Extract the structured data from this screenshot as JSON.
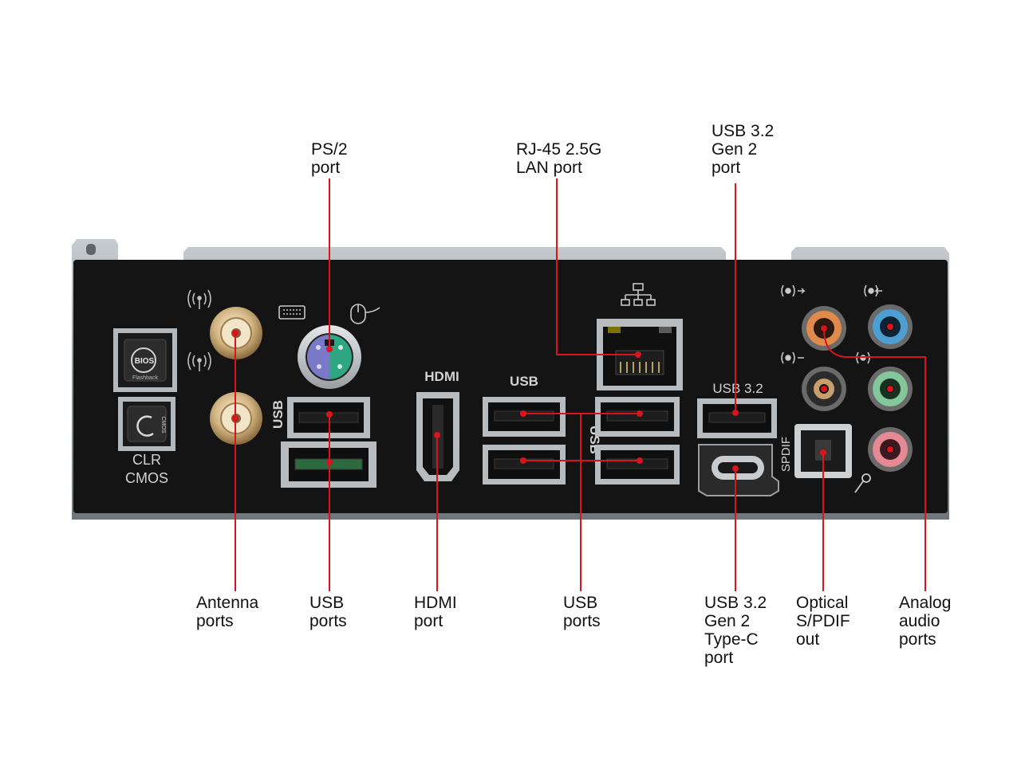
{
  "colors": {
    "panel": "#141414",
    "bracket": "#8f969b",
    "leader": "#d8141c",
    "label_text": "#111111",
    "silk": "#d2d2d2",
    "port_silver": "#b9bcbf",
    "usb_tongue": "#1d1d1d",
    "ps2_purple": "#7a79c8",
    "ps2_green": "#2ea67f",
    "antenna_gold": "#c9ab7d",
    "audio_orange": "#e08a4b",
    "audio_blue": "#4d9fd2",
    "audio_black": "#2b2b2b",
    "audio_green": "#83c79a",
    "audio_pink": "#e58a95"
  },
  "callouts": {
    "ps2": [
      "PS/2",
      "port"
    ],
    "lan": [
      "RJ-45 2.5G",
      "LAN port"
    ],
    "usb_gen2": [
      "USB 3.2",
      "Gen 2",
      "port"
    ],
    "antenna": [
      "Antenna",
      "ports"
    ],
    "usb_left": [
      "USB",
      "ports"
    ],
    "hdmi": [
      "HDMI",
      "port"
    ],
    "usb_mid": [
      "USB",
      "ports"
    ],
    "typec": [
      "USB 3.2",
      "Gen 2",
      "Type-C",
      "port"
    ],
    "optical": [
      "Optical",
      "S/PDIF",
      "out"
    ],
    "audio": [
      "Analog",
      "audio",
      "ports"
    ]
  },
  "silkscreen": {
    "clr_cmos": [
      "CLR",
      "CMOS"
    ],
    "bios_button": "BIOS",
    "bios_sub": "Flashback",
    "cmos_button": "CMOS",
    "usb_vertical_left": "USB",
    "hdmi": "HDMI",
    "usb_top": "USB",
    "usb_vertical_mid": "USB",
    "usb32": "USB 3.2",
    "spdif": "SPDIF"
  },
  "icons": {
    "wifi": "wifi-antenna-icon",
    "keyboard": "keyboard-icon",
    "mouse": "mouse-icon",
    "network": "network-icon",
    "audio_out": "audio-out-icon",
    "audio_in": "audio-in-icon",
    "mic": "microphone-icon",
    "bios_flashback": "bios-flashback-icon",
    "cmos_reset": "refresh-icon"
  }
}
